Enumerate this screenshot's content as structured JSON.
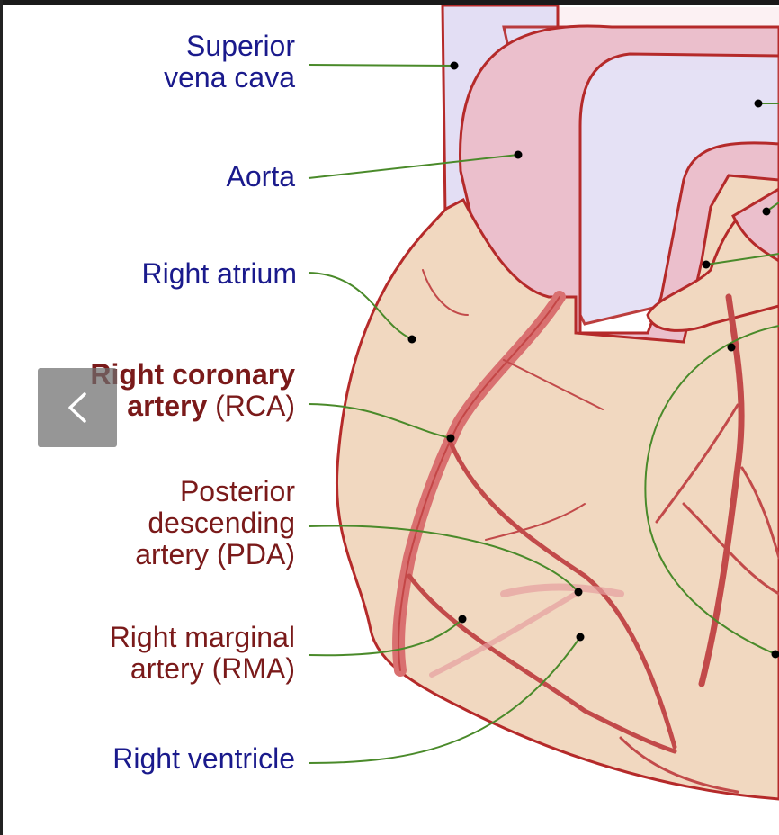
{
  "labels": {
    "superior_vena_cava": [
      "Superior",
      "vena cava"
    ],
    "aorta": "Aorta",
    "right_atrium": "Right atrium",
    "rca": {
      "bold1": "Right coronary",
      "bold2": "artery",
      "suffix": " (RCA)"
    },
    "pda": [
      "Posterior",
      "descending",
      "artery (PDA)"
    ],
    "rma": [
      "Right marginal",
      "artery (RMA)"
    ],
    "right_ventricle": "Right ventricle"
  },
  "colors": {
    "blue_label": "#1a1a8c",
    "red_label": "#7a1a1a",
    "leader_line": "#4a8a2a",
    "vessel_outline": "#b52a2a",
    "heart_fill": "#f1d8c0",
    "vena_cava_fill": "#e3def4",
    "aorta_fill": "#ebbfcc",
    "artery_fill": "#d97070"
  },
  "controls": {
    "prev_icon": "chevron-left-icon"
  }
}
